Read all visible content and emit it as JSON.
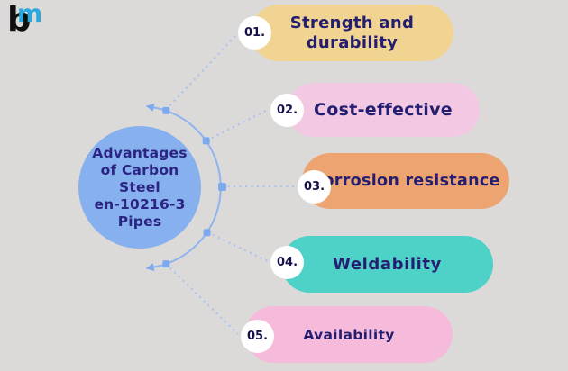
{
  "canvas": {
    "background": "#dbdad8"
  },
  "logo": {
    "p": "p",
    "m": "m",
    "p_color": "#101010",
    "m_color": "#29a8e0"
  },
  "hub": {
    "title": "Advantages of Carbon Steel en-10216-3 Pipes",
    "title_lines": [
      "Advantages",
      "of Carbon",
      "Steel",
      "en-10216-3",
      "Pipes"
    ],
    "circle_color": "#87b0ee",
    "text_color": "#2b2483"
  },
  "connector": {
    "arc_color": "#8fb3f0",
    "dot_color": "#a9c2ef",
    "node_color": "#7da9ef"
  },
  "items": [
    {
      "number": "01.",
      "label": "Strength and durability",
      "label_lines": [
        "Strength and",
        "durability"
      ],
      "color": "#f2d492"
    },
    {
      "number": "02.",
      "label": "Cost-effective",
      "color": "#f3c8e3"
    },
    {
      "number": "03.",
      "label": "Corrosion resistance",
      "color": "#eda471"
    },
    {
      "number": "04.",
      "label": "Weldability",
      "color": "#4ed2c8"
    },
    {
      "number": "05.",
      "label": "Availability",
      "color": "#f6bada"
    }
  ],
  "item_text_color": "#241e70",
  "number_text_color": "#15124a"
}
